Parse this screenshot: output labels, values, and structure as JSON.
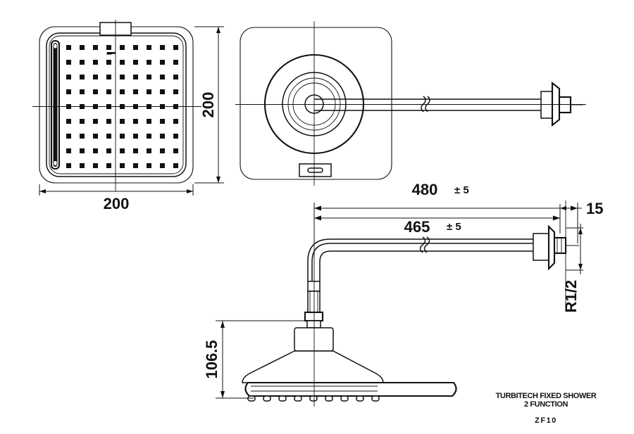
{
  "drawing": {
    "type": "technical-dimension-drawing",
    "background": "#ffffff",
    "line_color": "#111111"
  },
  "views": {
    "face": {
      "name": "shower-face-view",
      "shape": "rounded-square-plate",
      "nozzle_columns": 9,
      "nozzle_rows": 9,
      "has_side_slot": true,
      "has_logo_mark": true
    },
    "front": {
      "name": "wall-plate-front-view",
      "shape": "rounded-square-plate",
      "concentric_rings": 5,
      "has_bottom_tab": true,
      "has_arm": true
    },
    "side": {
      "name": "shower-arm-side-view",
      "has_elbow": true,
      "has_break_symbol": true,
      "has_wall_flange": true,
      "has_shower_head": true
    }
  },
  "dimensions": {
    "face_width": "200",
    "face_height": "200",
    "arm_overall_length": "480",
    "arm_overall_tolerance": "± 5",
    "arm_length": "465",
    "arm_length_tolerance": "± 5",
    "flange_offset": "15",
    "head_drop": "106.5",
    "thread": "R1/2"
  },
  "title_block": {
    "product_name": "TURBITECH FIXED SHOWER",
    "function": "2 FUNCTION",
    "model_code": "ZF10"
  }
}
